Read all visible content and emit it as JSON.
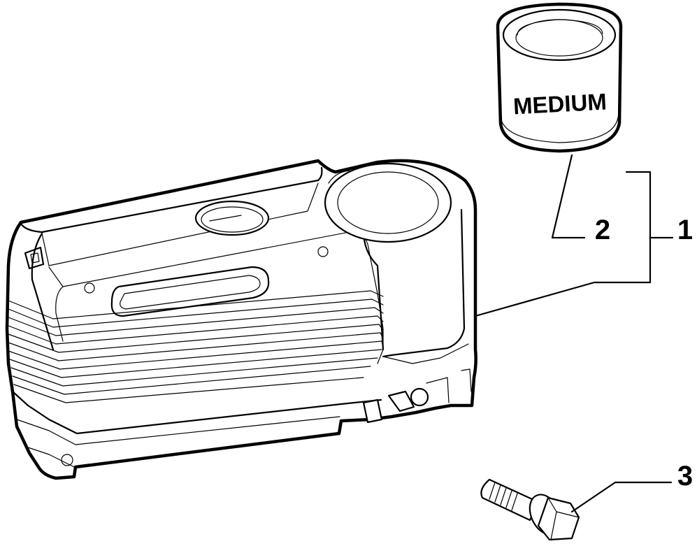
{
  "parts": [
    {
      "id": "1",
      "label": "1",
      "part": "compressor-assembly"
    },
    {
      "id": "2",
      "label": "2",
      "part": "sealant-canister"
    },
    {
      "id": "3",
      "label": "3",
      "part": "bolt"
    }
  ],
  "canister": {
    "label": "MEDIUM"
  },
  "colors": {
    "ink": "#000000",
    "paper": "#ffffff"
  }
}
